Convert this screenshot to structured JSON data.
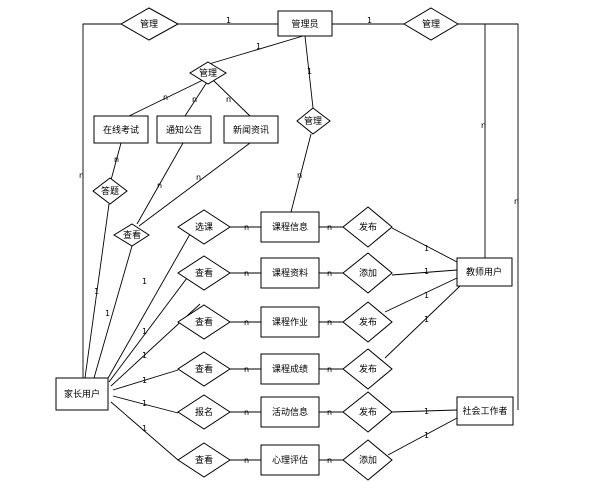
{
  "entities": {
    "admin": "管理员",
    "online_exam": "在线考试",
    "notice": "通知公告",
    "news": "新闻资讯",
    "course_info": "课程信息",
    "course_material": "课程资料",
    "course_homework": "课程作业",
    "course_grade": "课程成绩",
    "activity_info": "活动信息",
    "psych_eval": "心理评估",
    "parent_user": "家长用户",
    "teacher_user": "教师用户",
    "social_worker": "社会工作者"
  },
  "relationships": {
    "manage_left": "管理",
    "manage_right": "管理",
    "manage_content": "管理",
    "manage_course": "管理",
    "answer": "答题",
    "view_notice": "查看",
    "select_course": "选课",
    "view_material": "查看",
    "view_homework": "查看",
    "view_grade": "查看",
    "signup": "报名",
    "view_eval": "查看",
    "publish_course": "发布",
    "add_material": "添加",
    "publish_homework": "发布",
    "publish_grade": "发布",
    "publish_activity": "发布",
    "add_eval": "添加"
  },
  "cardinality": {
    "one": "1",
    "many": "n"
  }
}
